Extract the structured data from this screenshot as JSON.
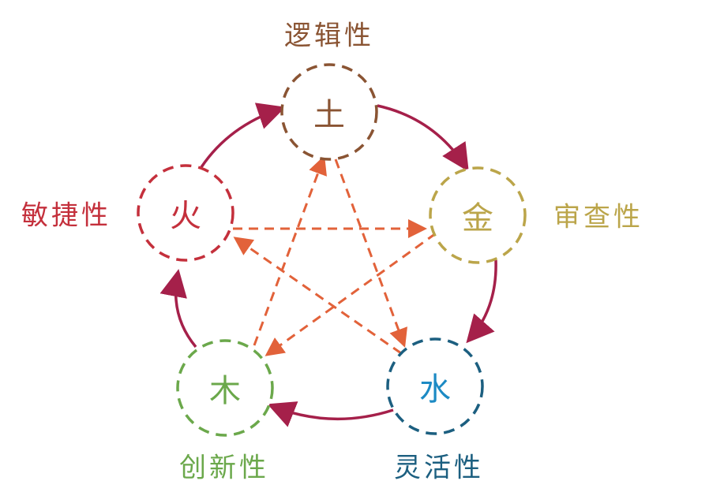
{
  "title": "五行 traits diagram",
  "nodes": [
    {
      "id": "earth",
      "element": "土",
      "trait": "逻辑性",
      "color": "#8A5433"
    },
    {
      "id": "metal",
      "element": "金",
      "trait": "审查性",
      "color": "#BBA54A"
    },
    {
      "id": "water",
      "element": "水",
      "trait": "灵活性",
      "color": "#1C5F80"
    },
    {
      "id": "wood",
      "element": "木",
      "trait": "创新性",
      "color": "#6BA84B"
    },
    {
      "id": "fire",
      "element": "火",
      "trait": "敏捷性",
      "color": "#C4303C"
    }
  ],
  "colors": {
    "cycle_arrow": "#A5204A",
    "cross_arrow": "#E2623A"
  }
}
